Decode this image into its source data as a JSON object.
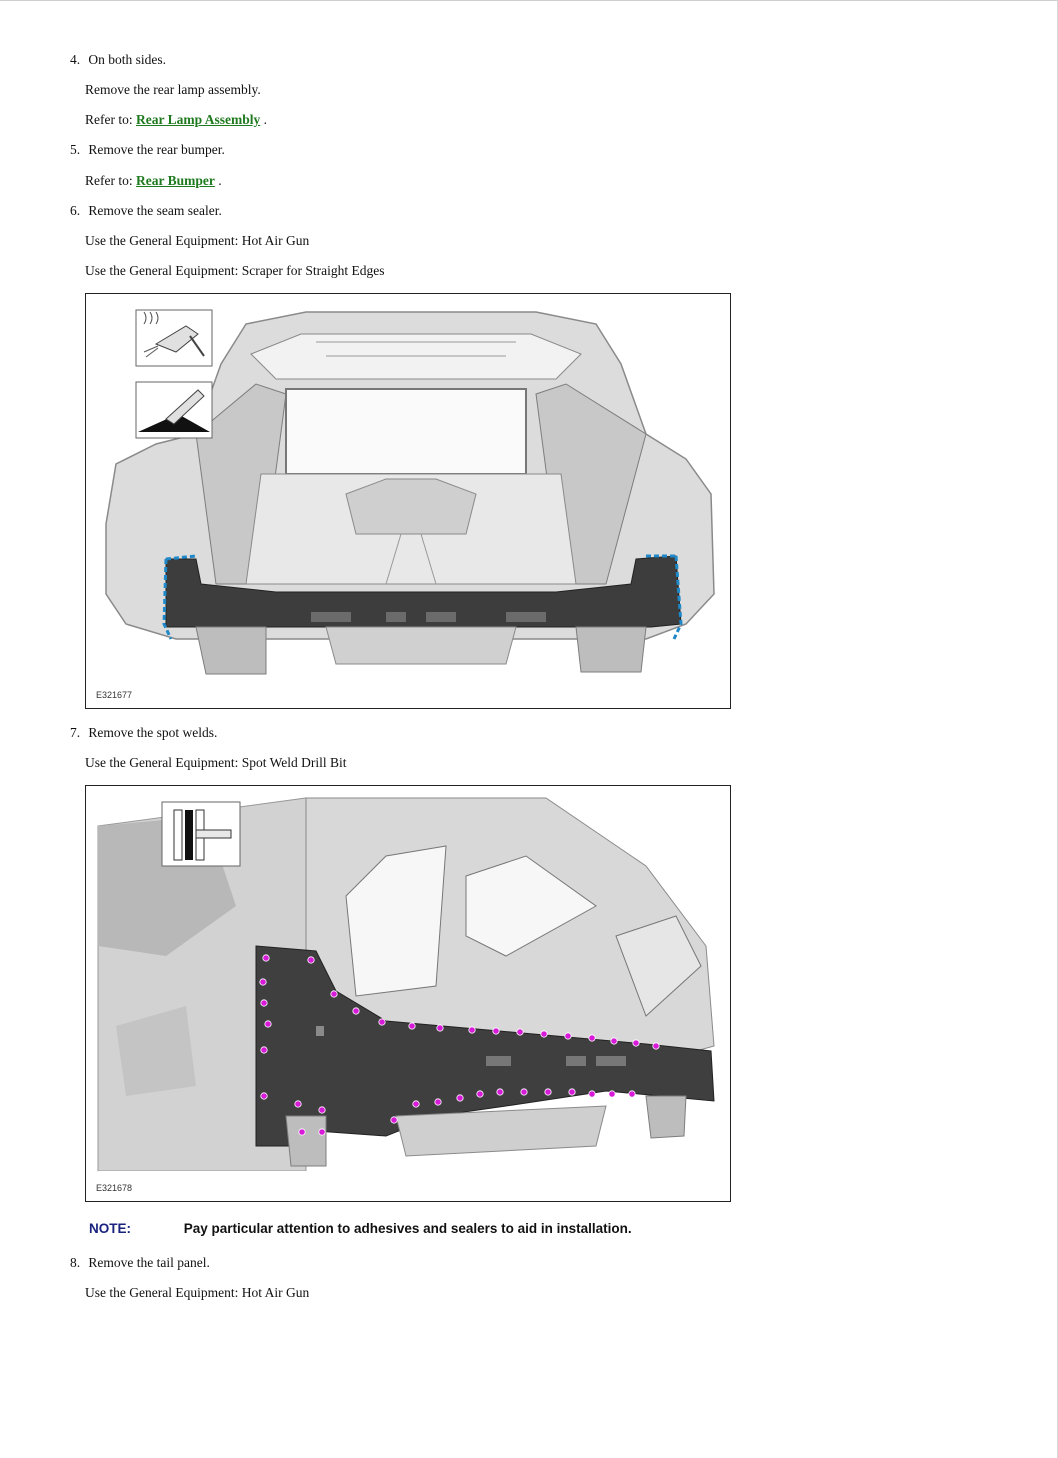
{
  "steps": [
    {
      "number": "4.",
      "text": "On both sides."
    },
    {
      "number": "5.",
      "text": "Remove the rear bumper."
    },
    {
      "number": "6.",
      "text": "Remove the seam sealer."
    },
    {
      "number": "7.",
      "text": "Remove the spot welds."
    },
    {
      "number": "8.",
      "text": "Remove the tail panel."
    }
  ],
  "sub": {
    "s4_action": "Remove the rear lamp assembly.",
    "refer_prefix": "Refer to:",
    "s4_link": "Rear Lamp Assembly",
    "s5_link": "Rear Bumper",
    "link_suffix": ".",
    "s6_equip1": "Use the General Equipment: Hot Air Gun",
    "s6_equip2": "Use the General Equipment: Scraper for Straight Edges",
    "s7_equip": "Use the General Equipment: Spot Weld Drill Bit",
    "s8_equip": "Use the General Equipment: Hot Air Gun"
  },
  "figures": {
    "fig1_id": "E321677",
    "fig2_id": "E321678"
  },
  "note": {
    "label": "NOTE:",
    "text": "Pay particular attention to adhesives and sealers to aid in installation."
  },
  "colors": {
    "link": "#1f7a1f",
    "note_label": "#1a237e",
    "seam_marker": "#1e88c8",
    "weld_marker": "#d81bd8"
  }
}
